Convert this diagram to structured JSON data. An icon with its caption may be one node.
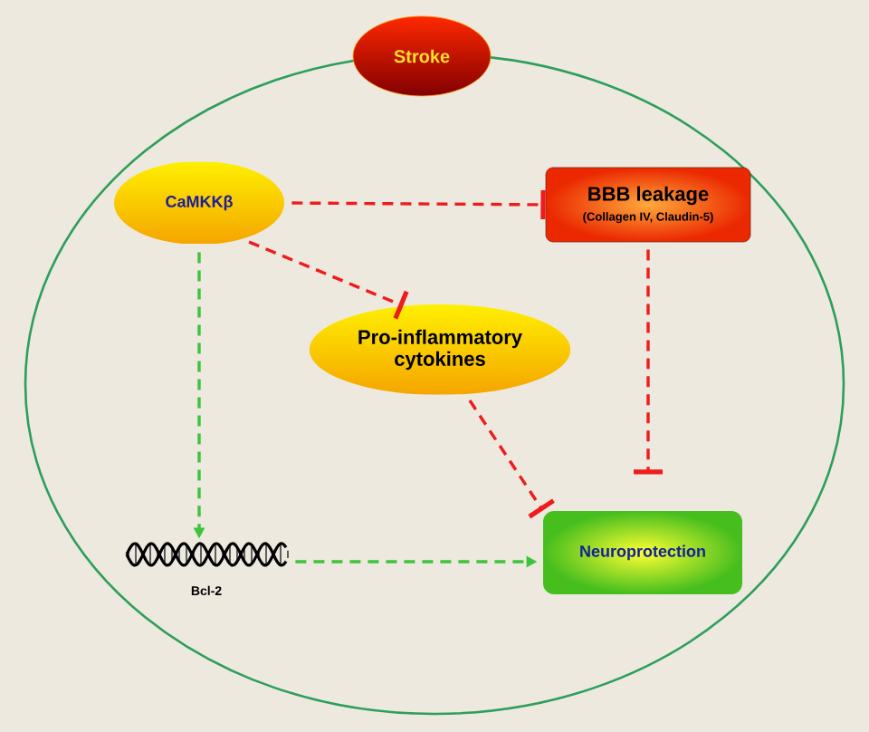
{
  "diagram": {
    "nodes": [
      {
        "text": [
          "Stroke"
        ]
      },
      {
        "text": [
          "CaMKKβ"
        ]
      },
      {
        "text": [
          "BBB leakage",
          "(Collagen IV, Claudin-5)"
        ]
      },
      {
        "text": [
          "Pro-inflammatory cytokines"
        ]
      },
      {
        "text": [
          "Bcl-2"
        ]
      },
      {
        "text": [
          "Neuroprotection"
        ]
      }
    ],
    "edges": [
      {
        "from": 1,
        "to": 2,
        "arrow": "other",
        "style": "dashed"
      },
      {
        "from": 1,
        "to": 3,
        "arrow": "other",
        "style": "dashed"
      },
      {
        "from": 1,
        "to": 4,
        "arrow": "to",
        "style": "dashed",
        "color": "#3cc43c"
      },
      {
        "from": 4,
        "to": 5,
        "arrow": "to",
        "style": "dashed",
        "color": "#3cc43c"
      },
      {
        "from": 3,
        "to": 5,
        "arrow": "other",
        "style": "dashed"
      },
      {
        "from": 2,
        "to": 5,
        "arrow": "other",
        "style": "dashed"
      }
    ]
  }
}
